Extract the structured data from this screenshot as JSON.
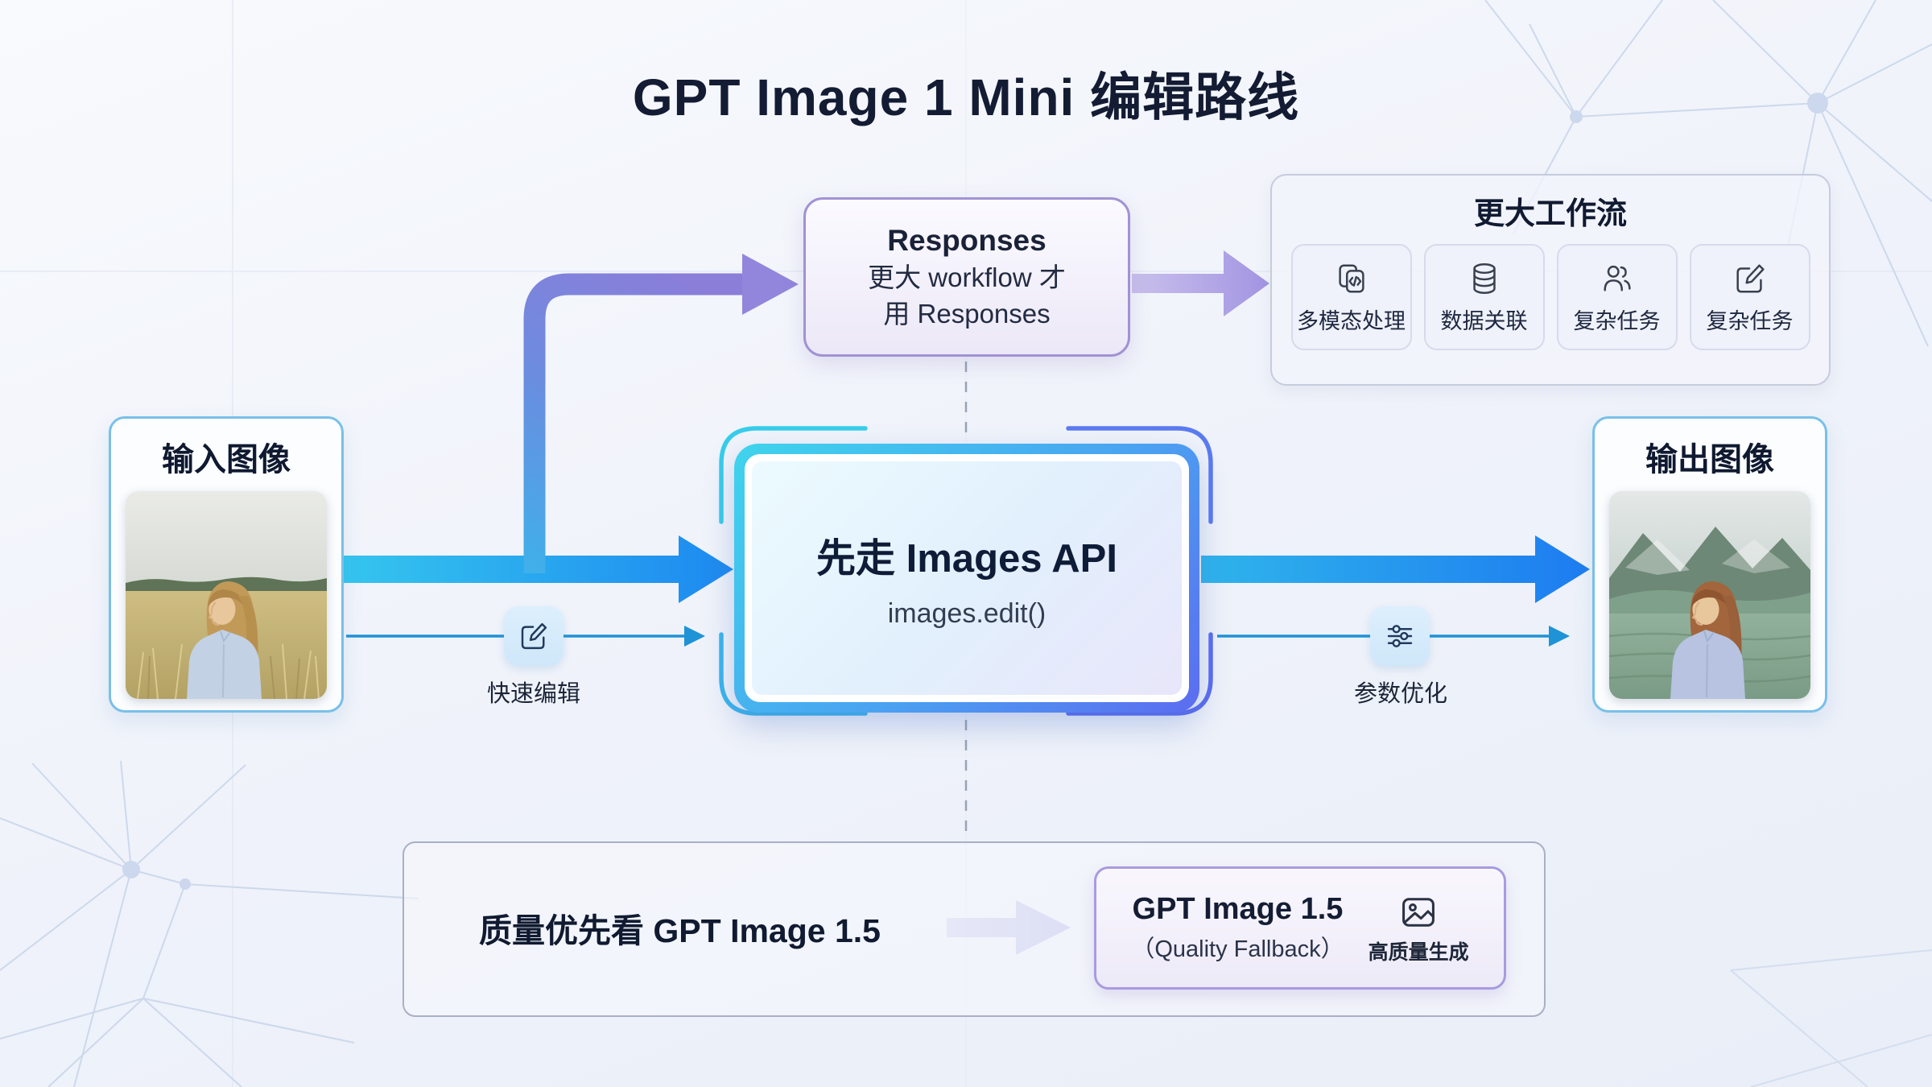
{
  "title": "GPT Image 1 Mini 编辑路线",
  "responses": {
    "title": "Responses",
    "line1": "更大 workflow 才",
    "line2": "用 Responses"
  },
  "workflow": {
    "title": "更大工作流",
    "tiles": [
      {
        "icon": "layers-code-icon",
        "label": "多模态处理"
      },
      {
        "icon": "database-icon",
        "label": "数据关联"
      },
      {
        "icon": "users-icon",
        "label": "复杂任务"
      },
      {
        "icon": "edit-square-icon",
        "label": "复杂任务"
      }
    ]
  },
  "input_box": {
    "title": "输入图像",
    "photo": "woman-in-wheat-field"
  },
  "output_box": {
    "title": "输出图像",
    "photo": "woman-in-mountain-field"
  },
  "api_box": {
    "title": "先走 Images API",
    "code": "images.edit()"
  },
  "edges": {
    "fast_edit": {
      "icon": "edit-square-icon",
      "label": "快速编辑"
    },
    "param_opt": {
      "icon": "sliders-icon",
      "label": "参数优化"
    }
  },
  "fallback": {
    "text": "质量优先看 GPT Image 1.5",
    "model": "GPT Image 1.5",
    "subtitle": "（Quality Fallback）",
    "icon": "image-icon",
    "badge": "高质量生成"
  },
  "colors": {
    "arrow_blue_start": "#35c5ee",
    "arrow_blue_end": "#1d7cf0",
    "arrow_purple": "#a294e2",
    "branch_top": "#8a7ed9",
    "api_border_start": "#3fd4ec",
    "api_border_end": "#5c6cf0",
    "responses_border": "#a192d4",
    "io_border": "#79c0e8",
    "dashed_line": "#99a3b7"
  }
}
